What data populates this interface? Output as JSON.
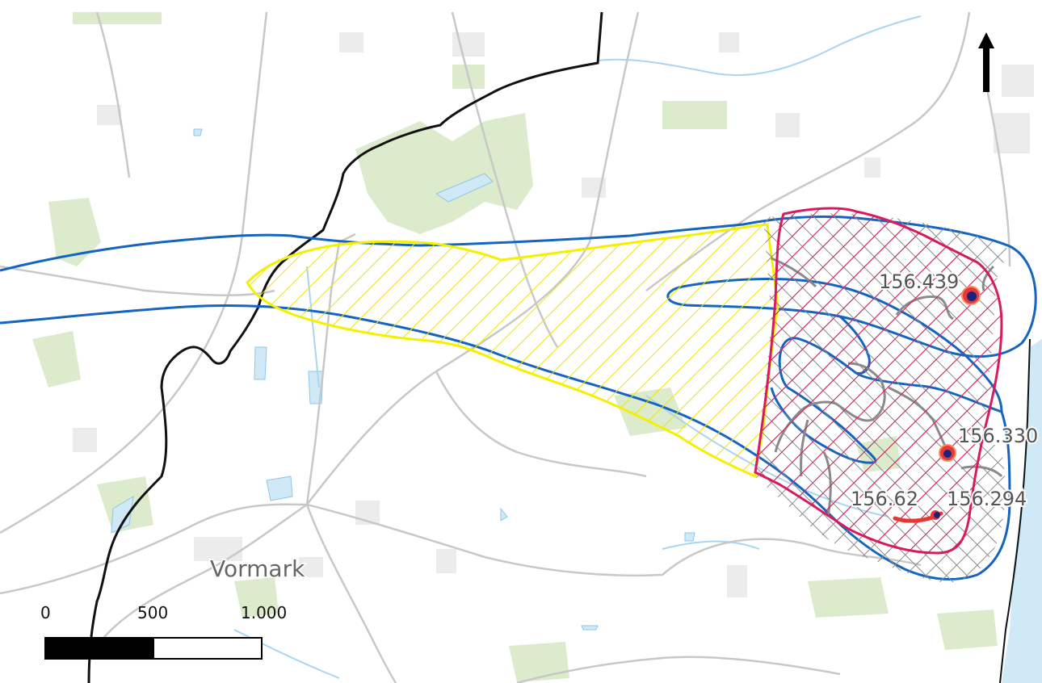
{
  "place_labels": {
    "town": "Vormark"
  },
  "well_labels": [
    {
      "id": "w1",
      "text": "156.439"
    },
    {
      "id": "w2",
      "text": "156.330"
    },
    {
      "id": "w3",
      "text": "156.62"
    },
    {
      "id": "w4",
      "text": "156.294"
    }
  ],
  "scale_bar": {
    "labels": [
      "0",
      "500",
      "1.000"
    ]
  },
  "north_arrow": {
    "icon": "north-arrow-icon"
  },
  "colors": {
    "background": "#ffffff",
    "green_area": "#dcebcc",
    "water": "#cfe9f7",
    "water_line": "#a8d5f0",
    "sea": "#cfe9f7",
    "road": "#c8c8c8",
    "building": "#ececec",
    "border": "#111111",
    "blue_outline": "#1565c0",
    "yellow_zone": "#f5f000",
    "red_zone": "#d81b60",
    "grey_zone": "#8a8a8a",
    "well_fill": "#e53935",
    "well_center": "#1a237e"
  }
}
